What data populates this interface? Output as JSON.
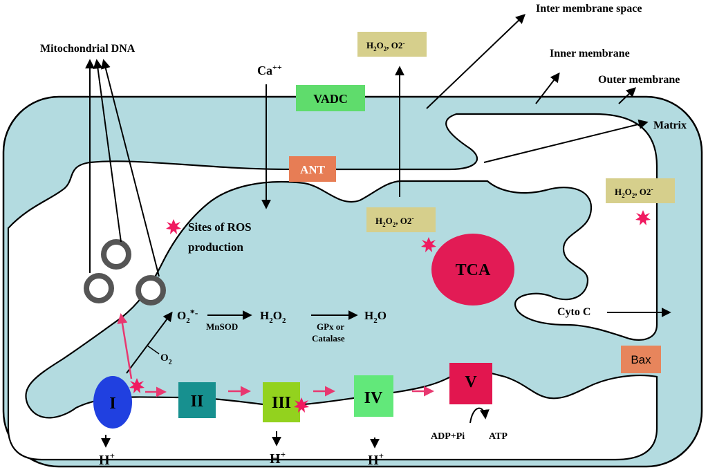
{
  "labels": {
    "mito_dna": "Mitochondrial DNA",
    "inter_membrane": "Inter membrane space",
    "inner_membrane": "Inner membrane",
    "outer_membrane": "Outer membrane",
    "matrix": "Matrix",
    "ca": "Ca",
    "ca_sup": "++",
    "vadc": "VADC",
    "ant": "ANT",
    "ros_legend_line1": "Sites of ROS",
    "ros_legend_line2": "production",
    "tca": "TCA",
    "cyto_c": "Cyto C",
    "bax": "Bax",
    "o2_star": "O",
    "o2_star_sub": "2",
    "o2_star_sup": "*-",
    "mnsod": "MnSOD",
    "h2o2_H": "H",
    "h2o2_sub1": "2",
    "h2o2_O": "O",
    "h2o2_sub2": "2",
    "gpx_line1": "GPx or",
    "gpx_line2": "Catalase",
    "h2o_H": "H",
    "h2o_sub": "2",
    "h2o_O": "O",
    "o2_in_O": "O",
    "o2_in_sub": "2",
    "adp": "ADP+Pi",
    "atp": "ATP",
    "complex_i": "I",
    "complex_ii": "II",
    "complex_iii": "III",
    "complex_iv": "IV",
    "complex_v": "V",
    "hplus": "H",
    "hplus_sup": "+",
    "ros_box_H": "H",
    "ros_box_sub1": "2",
    "ros_box_O": "O",
    "ros_box_sub2": "2",
    "ros_box_rest": ", O2",
    "ros_box_sup": "-"
  },
  "colors": {
    "cell_fill": "#b3dbe0",
    "vadc": "#5fdc6c",
    "ant": "#e77d55",
    "ros_box": "#d6cf8c",
    "tca": "#e21b55",
    "bax": "#e7855c",
    "complex_i": "#2040e0",
    "complex_ii": "#17908f",
    "complex_iii": "#93d21e",
    "complex_iv": "#62e87a",
    "complex_v": "#e2164f",
    "ros_star": "#f01a60",
    "pink_arrow": "#e83870"
  }
}
